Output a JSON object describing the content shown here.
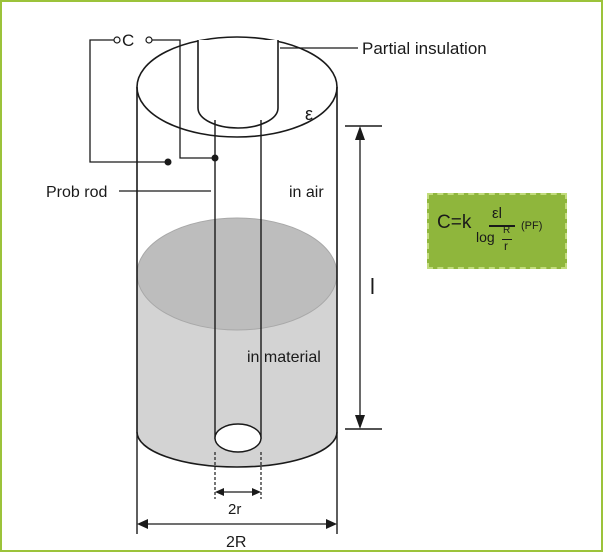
{
  "labels": {
    "capacitor": "C",
    "partial_insulation": "Partial insulation",
    "epsilon": "ε",
    "prob_rod": "Prob rod",
    "in_air": "in air",
    "in_material": "in material",
    "length": "l",
    "inner_diameter": "2r",
    "outer_diameter": "2R"
  },
  "formula": {
    "lhs": "C=k",
    "numerator": "εl",
    "denominator_log": "log",
    "R": "R",
    "r": "r",
    "unit": "(PF)"
  },
  "colors": {
    "frame": "#9cc33a",
    "formula_box": "#8fb63c",
    "material_fill": "#d3d3d3",
    "material_top": "#bfbfbf"
  }
}
